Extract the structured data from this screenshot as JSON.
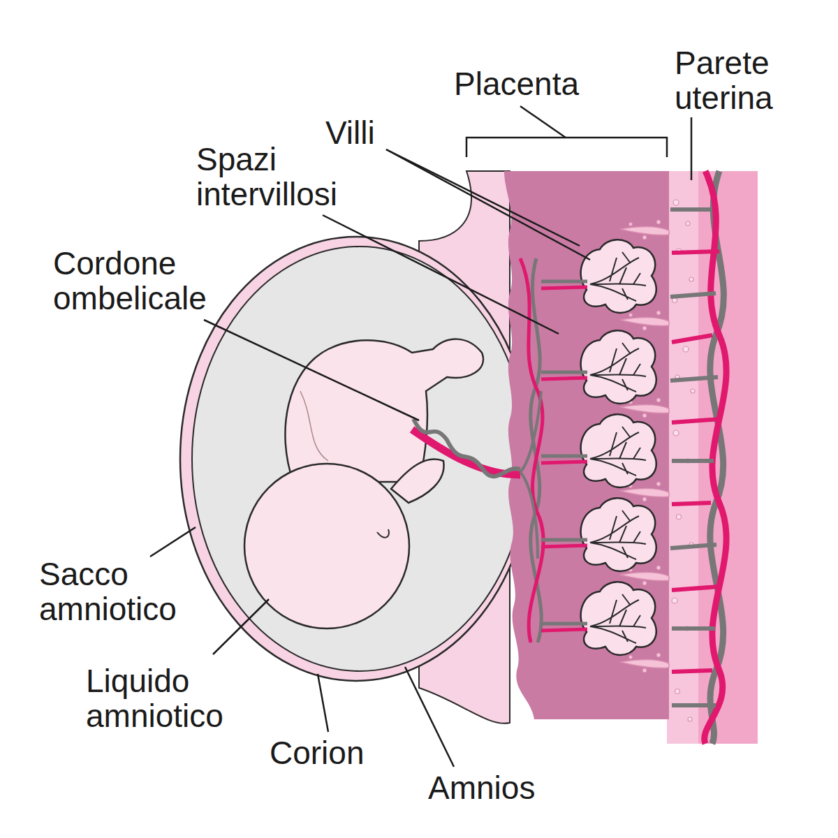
{
  "diagram": {
    "labels": [
      "Placenta",
      "Parete uterina",
      "Villi",
      "Spazi intervillosi",
      "Cordone ombelicale",
      "Sacco amniotico",
      "Liquido amniotico",
      "Corion",
      "Amnios"
    ]
  }
}
